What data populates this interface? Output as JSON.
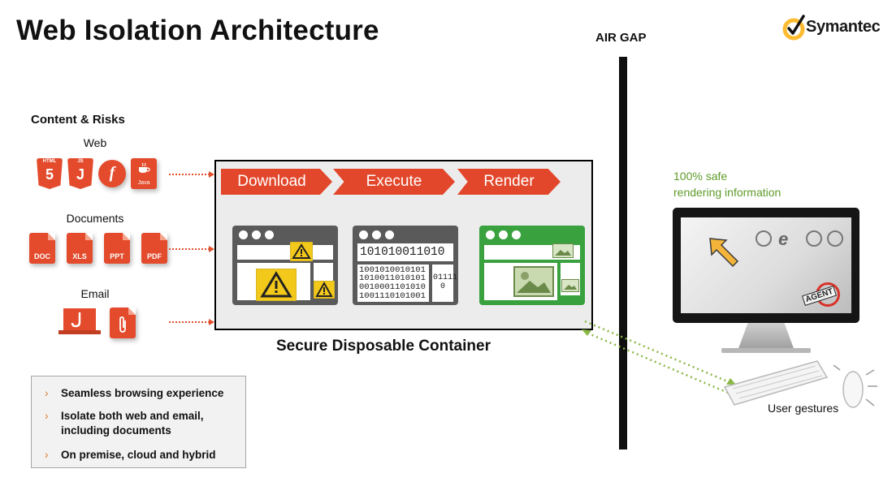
{
  "title": "Web Isolation Architecture",
  "air_gap_label": "AIR GAP",
  "brand": {
    "name": "Symantec",
    "trademark": ".",
    "logo_color": "#fdbb30"
  },
  "content_risks": {
    "heading": "Content & Risks",
    "categories": [
      {
        "label": "Web",
        "icons": [
          {
            "name": "html5-icon",
            "text": "5",
            "top_text": "HTML"
          },
          {
            "name": "javascript-icon",
            "text": "J",
            "top_text": "JS"
          },
          {
            "name": "flash-icon",
            "text": "f"
          },
          {
            "name": "java-icon",
            "text": "Java"
          }
        ]
      },
      {
        "label": "Documents",
        "icons": [
          {
            "name": "doc-file-icon",
            "text": "DOC"
          },
          {
            "name": "xls-file-icon",
            "text": "XLS"
          },
          {
            "name": "ppt-file-icon",
            "text": "PPT"
          },
          {
            "name": "pdf-file-icon",
            "text": "PDF"
          }
        ]
      },
      {
        "label": "Email",
        "icons": [
          {
            "name": "phishing-laptop-icon",
            "text": ""
          },
          {
            "name": "attachment-file-icon",
            "text": ""
          }
        ]
      }
    ]
  },
  "pipeline": {
    "stages": [
      "Download",
      "Execute",
      "Render"
    ],
    "binary_header": "101010011010",
    "binary_lines": [
      "1001010010101",
      "1010011010101",
      "0010001101010",
      "1001110101001"
    ],
    "binary_side": [
      "01111",
      "0"
    ],
    "caption": "Secure Disposable Container"
  },
  "benefits": [
    "Seamless browsing experience",
    "Isolate both web and email, including documents",
    "On premise, cloud and hybrid"
  ],
  "endpoint": {
    "safe_text_line1": "100% safe",
    "safe_text_line2": "rendering information",
    "agent_label": "AGENT",
    "user_gestures": "User gestures"
  },
  "colors": {
    "accent": "#e2472b",
    "safe_green": "#3aa13f",
    "safe_text": "#5e9b2a",
    "warning": "#f2c81b"
  }
}
